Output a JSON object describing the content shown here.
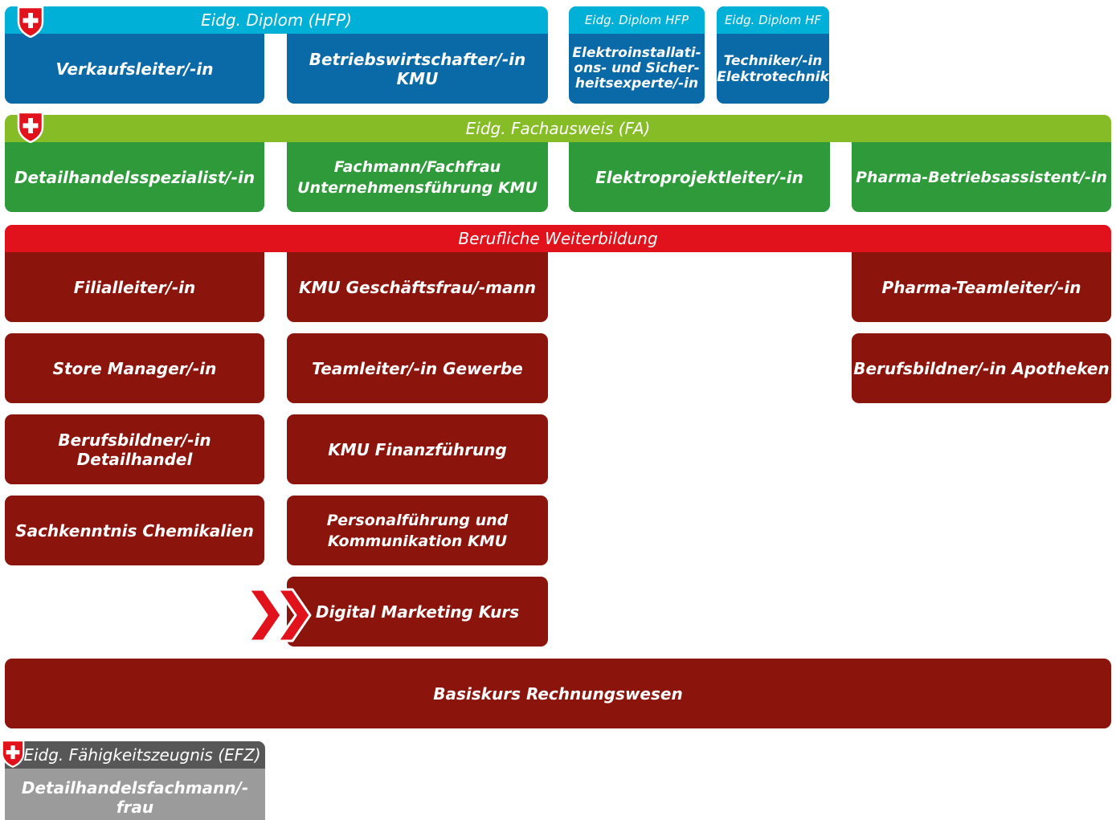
{
  "colors": {
    "hfp_header": "#00b0d6",
    "hfp_body": "#0a6aa8",
    "fa_header": "#86bc25",
    "fa_body": "#2f9a3a",
    "wb_header": "#e1121b",
    "wb_body": "#8b140c",
    "efz_header": "#575757",
    "efz_body": "#9b9b9b",
    "swiss_red": "#e1121b"
  },
  "hfp": {
    "header": "Eidg. Diplom (HFP)",
    "items": [
      "Verkaufsleiter/-in",
      "Betriebswirtschafter/-in KMU"
    ]
  },
  "hfp2": {
    "header": "Eidg. Diplom HFP",
    "line1": "Elektroinstallati-",
    "line2": "ons- und Sicher-",
    "line3": "heitsexperte/-in"
  },
  "hf": {
    "header": "Eidg. Diplom HF",
    "line1": "Techniker/-in",
    "line2": "Elektrotechnik"
  },
  "fa": {
    "header": "Eidg. Fachausweis (FA)",
    "items": [
      "Detailhandelsspezialist/-in",
      "Fachmann/Fachfrau",
      "Unternehmensführung KMU",
      "Elektroprojektleiter/-in",
      "Pharma-Betriebsassistent/-in"
    ]
  },
  "wb": {
    "header": "Berufliche Weiterbildung",
    "col1": [
      "Filialleiter/-in",
      "Store Manager/-in",
      "Berufsbildner/-in Detailhandel",
      "Sachkenntnis Chemikalien"
    ],
    "col2": [
      "KMU Geschäftsfrau/-mann",
      "Teamleiter/-in Gewerbe",
      "KMU Finanzführung",
      "Personalführung und",
      "Kommunikation KMU",
      "Digital Marketing Kurs"
    ],
    "col4": [
      "Pharma-Teamleiter/-in",
      "Berufsbildner/-in Apotheken"
    ],
    "basis": "Basiskurs Rechnungswesen"
  },
  "efz": {
    "header": "Eidg. Fähigkeitszeugnis (EFZ)",
    "item": "Detailhandelsfachmann/-frau"
  },
  "icons": [
    "swiss-shield-icon",
    "double-chevron-icon"
  ]
}
